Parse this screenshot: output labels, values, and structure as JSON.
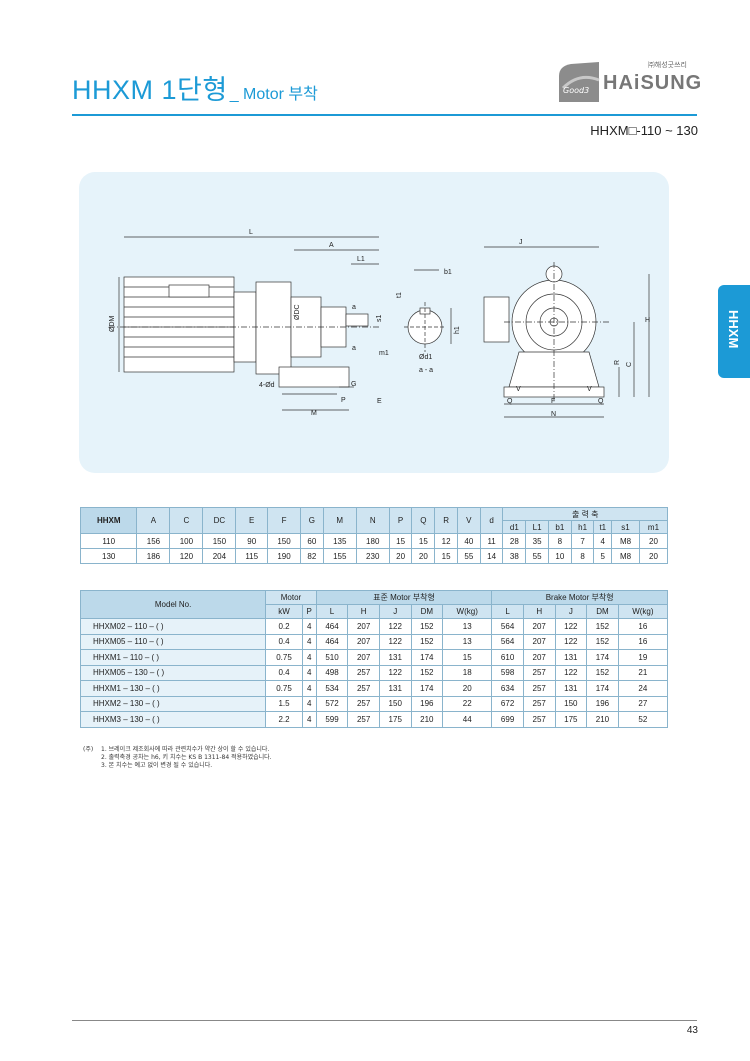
{
  "header": {
    "title_main": "HHXM 1단형",
    "title_sub": "_ Motor 부착",
    "logo_kor": "㈜해성굿쓰리",
    "logo_brand": "HAiSUNG",
    "logo_good3": "Good3",
    "model_range": "HHXM□-110 ~ 130"
  },
  "side_tab": "HHXM",
  "drawing": {
    "labels": {
      "L": "L",
      "A": "A",
      "L1": "L1",
      "J": "J",
      "b1": "b1",
      "t1": "t1",
      "phiDM": "ØDM",
      "phiDC": "ØDC",
      "a": "a",
      "s1": "s1",
      "h1": "h1",
      "m1": "m1",
      "phid1": "Ød1",
      "aa": "a - a",
      "G": "G",
      "fourphid": "4-Ød",
      "P": "P",
      "E": "E",
      "M": "M",
      "H": "H",
      "C": "C",
      "R": "R",
      "V": "V",
      "Q": "Q",
      "F": "F",
      "N": "N"
    }
  },
  "dim_table": {
    "model_header": "HHXM",
    "columns": [
      "A",
      "C",
      "DC",
      "E",
      "F",
      "G",
      "M",
      "N",
      "P",
      "Q",
      "R",
      "V",
      "d"
    ],
    "output_group": "출 력 축",
    "output_columns": [
      "d1",
      "L1",
      "b1",
      "h1",
      "t1",
      "s1",
      "m1"
    ],
    "rows": [
      {
        "model": "110",
        "values": [
          "156",
          "100",
          "150",
          "90",
          "150",
          "60",
          "135",
          "180",
          "15",
          "15",
          "12",
          "40",
          "11",
          "28",
          "35",
          "8",
          "7",
          "4",
          "M8",
          "20"
        ]
      },
      {
        "model": "130",
        "values": [
          "186",
          "120",
          "204",
          "115",
          "190",
          "82",
          "155",
          "230",
          "20",
          "20",
          "15",
          "55",
          "14",
          "38",
          "55",
          "10",
          "8",
          "5",
          "M8",
          "20"
        ]
      }
    ]
  },
  "motor_table": {
    "model_header": "Model No.",
    "motor_group": "Motor",
    "motor_cols": [
      "kW",
      "P"
    ],
    "std_group": "표준 Motor 부착형",
    "std_cols": [
      "L",
      "H",
      "J",
      "DM",
      "W(kg)"
    ],
    "brake_group": "Brake Motor 부착형",
    "brake_cols": [
      "L",
      "H",
      "J",
      "DM",
      "W(kg)"
    ],
    "rows": [
      {
        "model": "HHXM02 – 110 – (  )",
        "values": [
          "0.2",
          "4",
          "464",
          "207",
          "122",
          "152",
          "13",
          "564",
          "207",
          "122",
          "152",
          "16"
        ]
      },
      {
        "model": "HHXM05 – 110 – (  )",
        "values": [
          "0.4",
          "4",
          "464",
          "207",
          "122",
          "152",
          "13",
          "564",
          "207",
          "122",
          "152",
          "16"
        ]
      },
      {
        "model": "HHXM1 – 110 – (  )",
        "values": [
          "0.75",
          "4",
          "510",
          "207",
          "131",
          "174",
          "15",
          "610",
          "207",
          "131",
          "174",
          "19"
        ]
      },
      {
        "model": "HHXM05 – 130 – (  )",
        "values": [
          "0.4",
          "4",
          "498",
          "257",
          "122",
          "152",
          "18",
          "598",
          "257",
          "122",
          "152",
          "21"
        ]
      },
      {
        "model": "HHXM1 – 130 – (  )",
        "values": [
          "0.75",
          "4",
          "534",
          "257",
          "131",
          "174",
          "20",
          "634",
          "257",
          "131",
          "174",
          "24"
        ]
      },
      {
        "model": "HHXM2 – 130 – (  )",
        "values": [
          "1.5",
          "4",
          "572",
          "257",
          "150",
          "196",
          "22",
          "672",
          "257",
          "150",
          "196",
          "27"
        ]
      },
      {
        "model": "HHXM3 – 130 – (  )",
        "values": [
          "2.2",
          "4",
          "599",
          "257",
          "175",
          "210",
          "44",
          "699",
          "257",
          "175",
          "210",
          "52"
        ]
      }
    ]
  },
  "notes": {
    "lead": "(주)",
    "items": [
      "1. 브레이크 제조회사에 따라 관련치수가 약간 상이 할 수 있습니다.",
      "2. 출력축경 공차는 h6, 키 치수는 KS B 1311-84 적용하였습니다.",
      "3. 본 치수는 예고 없이 변경 될 수 있습니다."
    ]
  },
  "page_number": "43",
  "colors": {
    "accent": "#1c9ad6",
    "panel": "#e6f3fa",
    "header_cell": "#cfe4f1"
  }
}
